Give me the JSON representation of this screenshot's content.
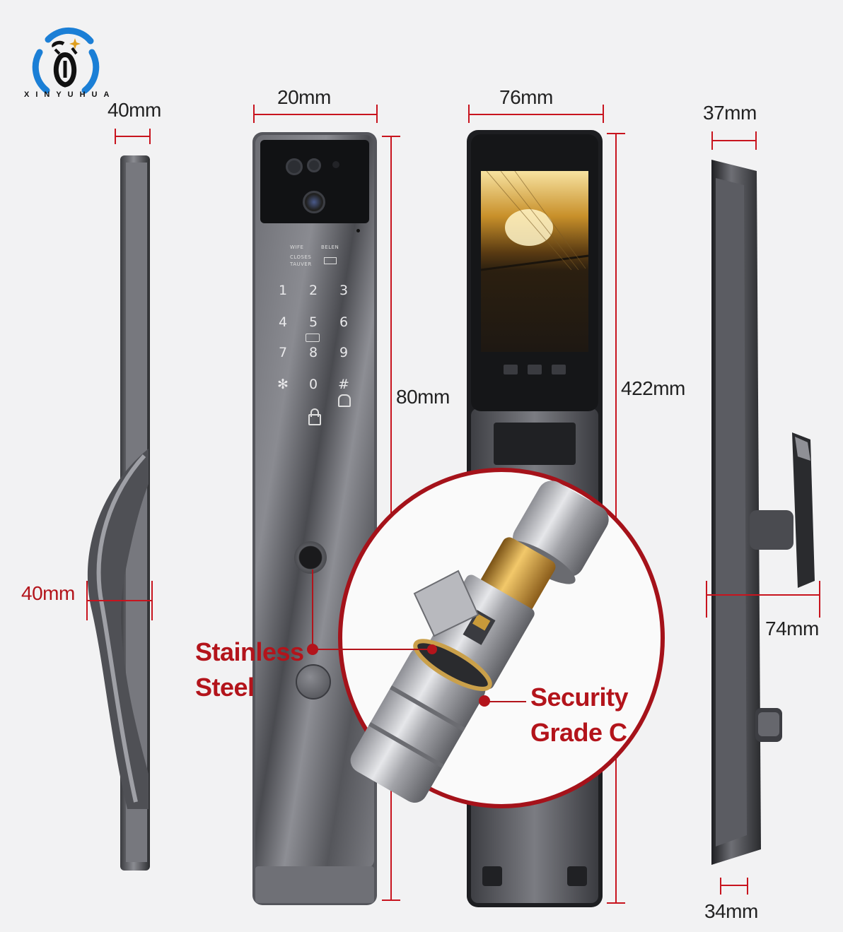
{
  "brand": {
    "logo_text": "XINYUHUA"
  },
  "dimensions": {
    "left_top_width": "40mm",
    "left_handle_depth": "40mm",
    "front_width": "20mm",
    "front_height": "80mm",
    "back_width": "76mm",
    "back_height": "422mm",
    "right_top_depth": "37mm",
    "right_handle_depth": "74mm",
    "right_bottom_depth": "34mm"
  },
  "keypad": {
    "indicator_left": "WIFE",
    "indicator_right": "BELEN",
    "sub_label_1": "CLOSES",
    "sub_label_2": "TAUVER",
    "keys": [
      "1",
      "2",
      "3",
      "4",
      "5",
      "6",
      "7",
      "8",
      "9",
      "✻",
      "0",
      "#"
    ]
  },
  "callouts": {
    "material_line1": "Stainless",
    "material_line2": "Steel",
    "security_line1": "Security",
    "security_line2": "Grade C"
  },
  "colors": {
    "accent_red": "#b3141b",
    "logo_blue": "#1b7fd6",
    "body_metal": "#5f6066"
  }
}
